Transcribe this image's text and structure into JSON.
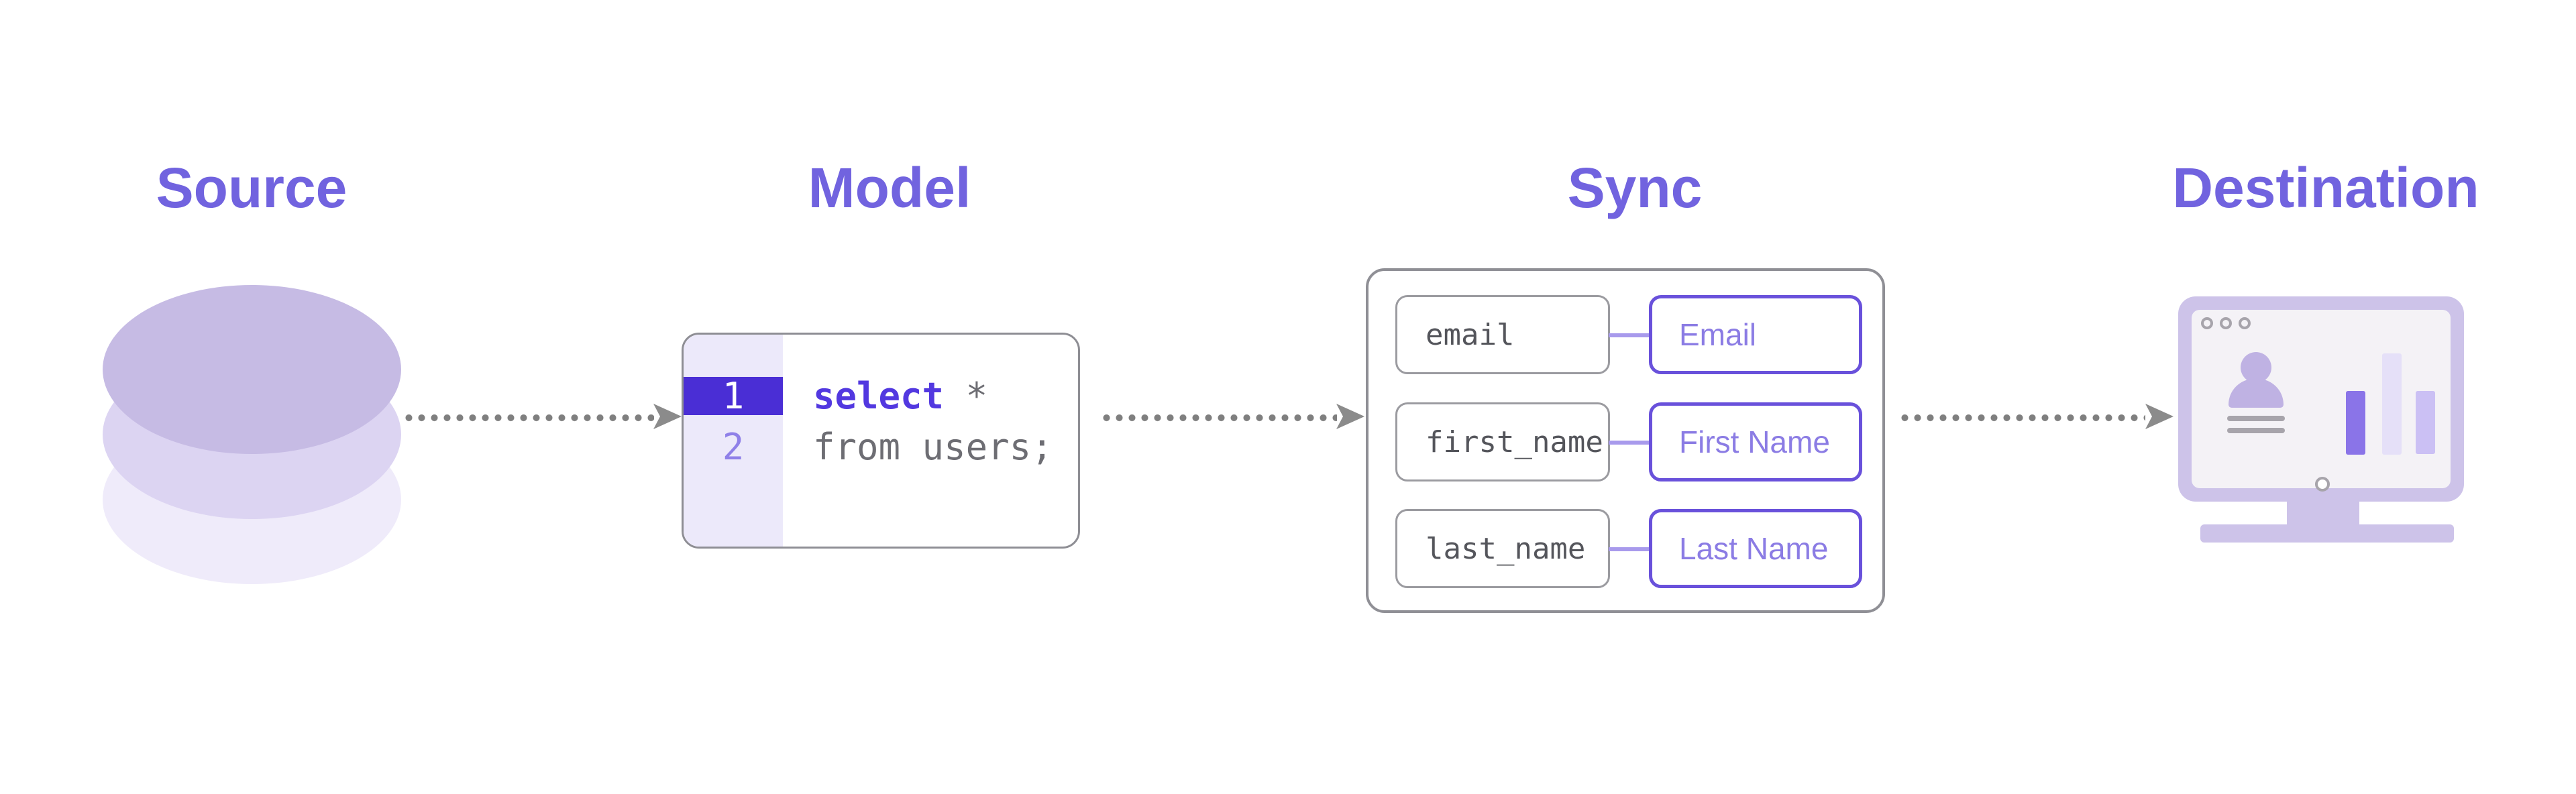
{
  "stages": {
    "source": {
      "label": "Source"
    },
    "model": {
      "label": "Model"
    },
    "sync": {
      "label": "Sync"
    },
    "destination": {
      "label": "Destination"
    }
  },
  "model": {
    "code": {
      "lines": [
        {
          "number": "1",
          "keyword": "select",
          "rest": " *",
          "highlighted": true
        },
        {
          "number": "2",
          "keyword": "",
          "rest": "from users;",
          "highlighted": false
        }
      ]
    }
  },
  "sync": {
    "mappings": [
      {
        "source_field": "email",
        "destination_field": "Email"
      },
      {
        "source_field": "first_name",
        "destination_field": "First Name"
      },
      {
        "source_field": "last_name",
        "destination_field": "Last Name"
      }
    ]
  },
  "colors": {
    "heading_purple": "#7163df",
    "keyword_purple": "#5238e0",
    "active_line_bg": "#4a2ed5",
    "inactive_line_number": "#8f80e8",
    "code_gray": "#6d6d73",
    "gutter_bg": "#ece9fa",
    "box_border_gray": "#8e8e94",
    "source_chip_border": "#9b9ba0",
    "source_chip_text": "#54555b",
    "dest_chip_border": "#6951db",
    "dest_chip_text": "#8b7ce4",
    "connector_purple": "#a89aec",
    "arrow_gray": "#7f7f7f",
    "db_top": "#c6bbe4",
    "db_middle": "#dcd4f2",
    "db_bottom": "#efebfa",
    "monitor_frame": "#cdc3e9",
    "monitor_screen": "#f4f2f6",
    "person_purple": "#bfb2e3",
    "bar_dark": "#8a74e8",
    "bar_light": "#e5e0f8",
    "bar_medium": "#cbc0f4"
  }
}
